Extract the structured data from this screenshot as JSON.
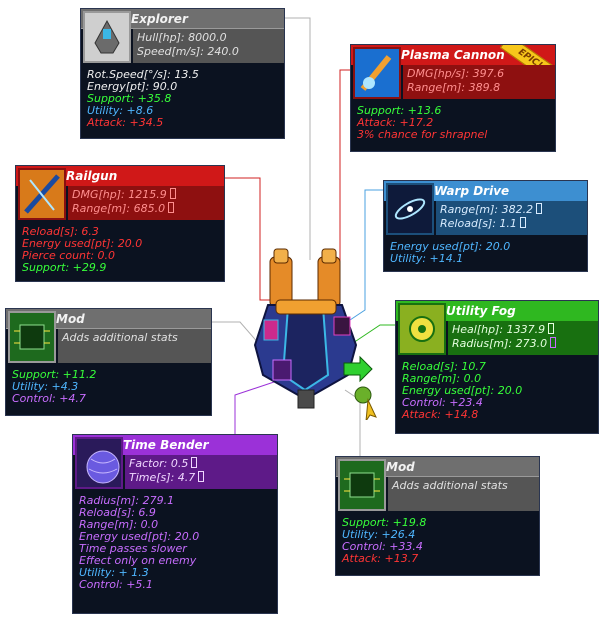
{
  "explorer": {
    "title": "Explorer",
    "sub": [
      "Hull[hp]: 8000.0",
      "Speed[m/s]: 240.0"
    ],
    "stats": [
      {
        "t": "Rot.Speed[°/s]: 13.5",
        "c": "white"
      },
      {
        "t": "Energy[pt]: 90.0",
        "c": "white"
      },
      {
        "t": "Support: +35.8",
        "c": "green"
      },
      {
        "t": "Utility: +8.6",
        "c": "blue"
      },
      {
        "t": "Attack: +34.5",
        "c": "red"
      }
    ]
  },
  "plasma": {
    "title": "Plasma Cannon",
    "badge": "EPIC!",
    "sub": [
      "DMG[hp/s]: 397.6",
      "Range[m]: 389.8"
    ],
    "stats": [
      {
        "t": "Support: +13.6",
        "c": "green"
      },
      {
        "t": "Attack: +17.2",
        "c": "red"
      },
      {
        "t": "3% chance for shrapnel",
        "c": "red"
      }
    ]
  },
  "railgun": {
    "title": "Railgun",
    "sub": [
      "DMG[hp]: 1215.9",
      "Range[m]: 685.0"
    ],
    "stats": [
      {
        "t": "Reload[s]: 6.3",
        "c": "red"
      },
      {
        "t": "Energy used[pt]: 20.0",
        "c": "red"
      },
      {
        "t": "Pierce count: 0.0",
        "c": "red"
      },
      {
        "t": "Support: +29.9",
        "c": "green"
      }
    ]
  },
  "warp": {
    "title": "Warp Drive",
    "sub": [
      "Range[m]: 382.2",
      "Reload[s]: 1.1"
    ],
    "stats": [
      {
        "t": "Energy used[pt]: 20.0",
        "c": "blue"
      },
      {
        "t": "Utility: +14.1",
        "c": "blue"
      }
    ]
  },
  "mod1": {
    "title": "Mod",
    "sub": [
      "Adds additional stats"
    ],
    "stats": [
      {
        "t": "Support: +11.2",
        "c": "green"
      },
      {
        "t": "Utility: +4.3",
        "c": "blue"
      },
      {
        "t": "Control:   +4.7",
        "c": "purple"
      }
    ]
  },
  "fog": {
    "title": "Utility Fog",
    "sub": [
      "Heal[hp]: 1337.9",
      "Radius[m]: 273.0"
    ],
    "stats": [
      {
        "t": "Reload[s]: 10.7",
        "c": "green"
      },
      {
        "t": "Range[m]: 0.0",
        "c": "green"
      },
      {
        "t": "Energy used[pt]: 20.0",
        "c": "green"
      },
      {
        "t": "Control: +23.4",
        "c": "purple"
      },
      {
        "t": "Attack: +14.8",
        "c": "red"
      }
    ]
  },
  "bender": {
    "title": "Time Bender",
    "sub": [
      "Factor: 0.5",
      "Time[s]: 4.7"
    ],
    "stats": [
      {
        "t": "Radius[m]: 279.1",
        "c": "purple"
      },
      {
        "t": "Reload[s]: 6.9",
        "c": "purple"
      },
      {
        "t": "Range[m]: 0.0",
        "c": "purple"
      },
      {
        "t": "Energy used[pt]: 20.0",
        "c": "purple"
      },
      {
        "t": "Time passes slower",
        "c": "purple"
      },
      {
        "t": "Effect only on enemy",
        "c": "purple"
      },
      {
        "t": "Utility: + 1.3",
        "c": "blue"
      },
      {
        "t": "Control: +5.1",
        "c": "purple"
      }
    ]
  },
  "mod2": {
    "title": "Mod",
    "sub": [
      "Adds additional stats"
    ],
    "stats": [
      {
        "t": "Support: +19.8",
        "c": "green"
      },
      {
        "t": "Utility: +26.4",
        "c": "blue"
      },
      {
        "t": "Control: +33.4",
        "c": "purple"
      },
      {
        "t": "Attack: +13.7",
        "c": "red"
      }
    ]
  }
}
